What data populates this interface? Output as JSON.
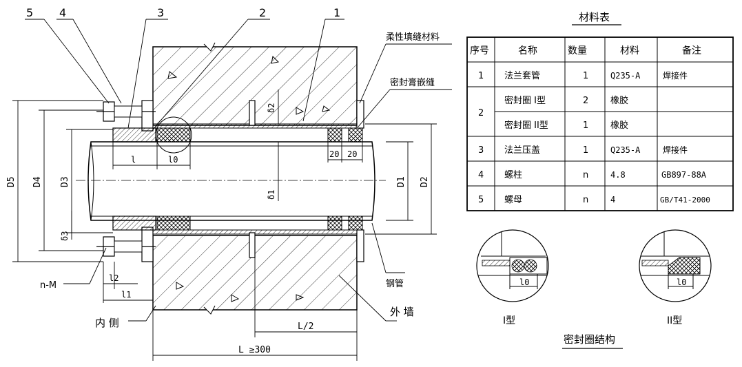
{
  "drawing": {
    "callouts": [
      "5",
      "4",
      "3",
      "2",
      "1"
    ],
    "labels": {
      "filler": "柔性填缝材料",
      "sealant": "密封膏嵌缝",
      "steel_pipe": "钢管",
      "n_m": "n-M",
      "inner": "内 侧",
      "outer": "外  墙"
    },
    "dims": {
      "d5": "D5",
      "d4": "D4",
      "d3": "D3",
      "d1": "D1",
      "d2": "D2",
      "delta1": "δ1",
      "delta2": "δ2",
      "delta3": "δ3",
      "l": "l",
      "l0": "l0",
      "l1": "l1",
      "l2": "l2",
      "w20a": "20",
      "w20b": "20",
      "half_l": "L/2",
      "l_total": "L ≥300"
    }
  },
  "table": {
    "title": "材料表",
    "headers": [
      "序号",
      "名称",
      "数量",
      "材料",
      "备注"
    ],
    "rows": [
      {
        "no": "1",
        "name": "法兰套管",
        "qty": "1",
        "mat": "Q235-A",
        "note": "焊接件"
      },
      {
        "no": "2",
        "name": "密封圈  I型",
        "qty": "2",
        "mat": "橡胶",
        "note": ""
      },
      {
        "no": "",
        "name": "密封圈  II型",
        "qty": "1",
        "mat": "橡胶",
        "note": ""
      },
      {
        "no": "3",
        "name": "法兰压盖",
        "qty": "1",
        "mat": "Q235-A",
        "note": "焊接件"
      },
      {
        "no": "4",
        "name": "螺柱",
        "qty": "n",
        "mat": "4.8",
        "note": "GB897-88A"
      },
      {
        "no": "5",
        "name": "螺母",
        "qty": "n",
        "mat": "4",
        "note": "GB/T41-2000"
      }
    ]
  },
  "seal_detail": {
    "title": "密封圈结构",
    "type1": "I型",
    "type2": "II型",
    "dim": "l0"
  }
}
